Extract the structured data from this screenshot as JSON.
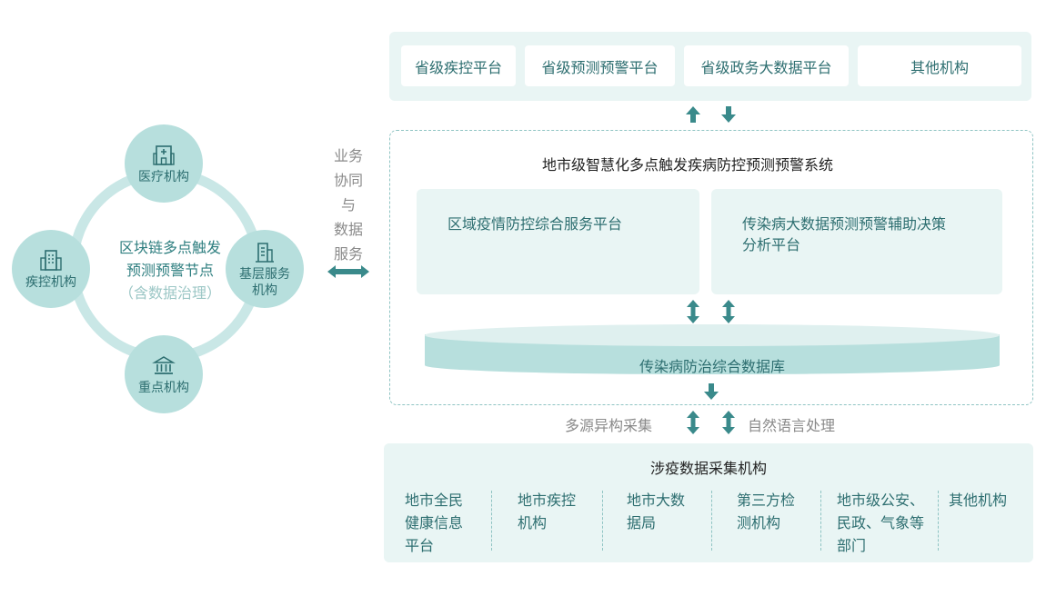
{
  "ring": {
    "nodes": {
      "medical": "医疗机构",
      "cdc": "疾控机构",
      "primary": "基层服务\n机构",
      "key": "重点机构"
    },
    "center_title": [
      "区块链多点触发",
      "预测预警节点"
    ],
    "center_sub": "（含数据治理）"
  },
  "middle_text": [
    "业务",
    "协同",
    "与",
    "数据",
    "服务"
  ],
  "provincial": [
    "省级疾控平台",
    "省级预测预警平台",
    "省级政务大数据平台",
    "其他机构"
  ],
  "system": {
    "title": "地市级智慧化多点触发疾病防控预测预警系统",
    "platform_left": "区域疫情防控综合服务平台",
    "platform_right": "传染病大数据预测预警辅助决策\n分析平台",
    "database": "传染病防治综合数据库"
  },
  "side_labels": {
    "left": "多源异构采集",
    "right": "自然语言处理"
  },
  "collection": {
    "title": "涉疫数据采集机构",
    "sources": [
      "地市全民\n健康信息\n平台",
      "地市疾控\n机构",
      "地市大数\n据局",
      "第三方检\n测机构",
      "地市级公安、\n民政、气象等\n部门",
      "其他机构"
    ]
  },
  "colors": {
    "teal_dark": "#3a8a8b",
    "teal_light": "#b7dfdd",
    "panel_bg": "#e9f5f4"
  }
}
